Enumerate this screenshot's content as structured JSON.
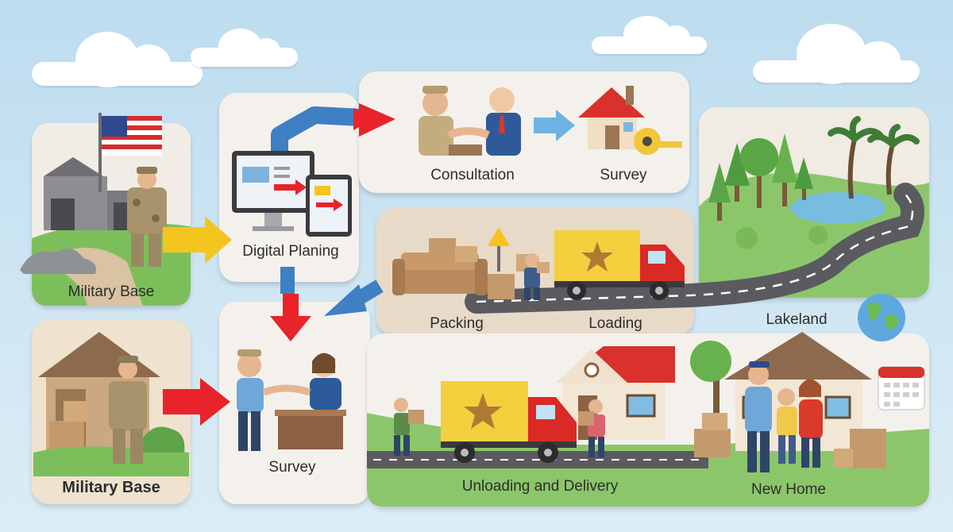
{
  "stages": {
    "military_base_1": "Military Base",
    "military_base_2": "Military Base",
    "digital_planning": "Digital Planing",
    "consultation": "Consultation",
    "survey_top": "Survey",
    "packing": "Packing",
    "loading": "Loading",
    "lakeland": "Lakeland",
    "survey_bottom": "Survey",
    "unloading": "Unloading and Delivery",
    "new_home": "New Home"
  },
  "colors": {
    "arrow_red": "#e8232a",
    "arrow_blue": "#3f7fc4",
    "arrow_yellow": "#f5c51f",
    "arrow_light_blue": "#6fb3e2",
    "truck_yellow": "#f3cf3e",
    "truck_red": "#d92a26",
    "road": "#5a5a5f",
    "grass": "#7cbf5a"
  },
  "icons": [
    "flag-icon",
    "building-icon",
    "soldier-icon",
    "computer-icon",
    "tablet-icon",
    "handshake-icon",
    "house-icon",
    "tape-measure-icon",
    "sofa-icon",
    "boxes-icon",
    "lamp-icon",
    "truck-icon",
    "tree-icon",
    "palm-tree-icon",
    "lake-icon",
    "globe-icon",
    "calendar-icon",
    "family-icon",
    "mover-icon"
  ]
}
